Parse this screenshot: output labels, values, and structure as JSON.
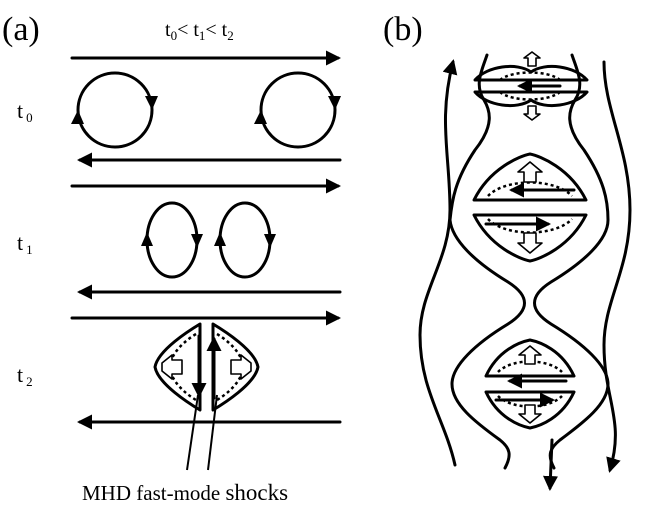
{
  "panel_a": {
    "label": "(a)",
    "time_condition": {
      "t0": "t",
      "s0": "0",
      "lt1": "< t",
      "s1": "1",
      "lt2": "< t",
      "s2": "2"
    },
    "rows": [
      {
        "t": "t",
        "sub": "0"
      },
      {
        "t": "t",
        "sub": "1"
      },
      {
        "t": "t",
        "sub": "2"
      }
    ],
    "caption_part1": "MHD fast-mode",
    "caption_part2": "shocks"
  },
  "panel_b": {
    "label": "(b)"
  }
}
